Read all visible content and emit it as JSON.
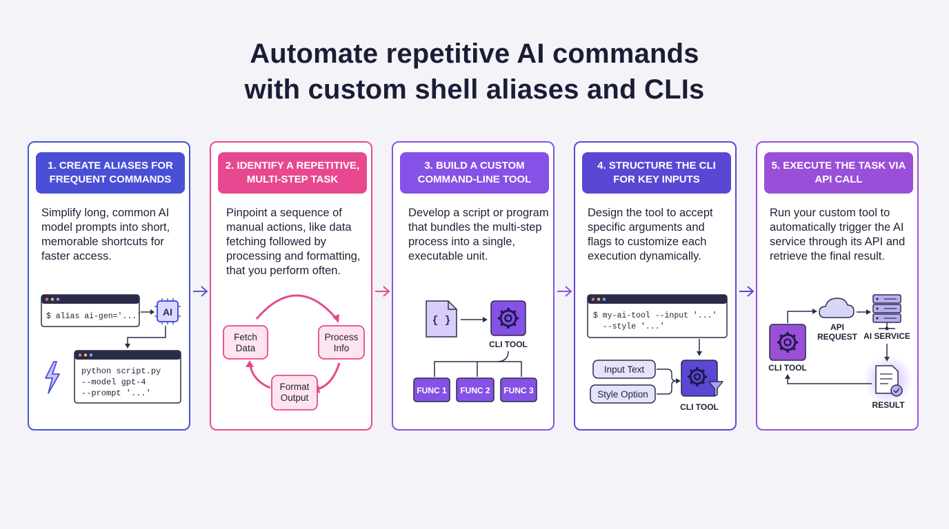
{
  "title": {
    "line1": "Automate repetitive AI commands",
    "line2": "with custom shell aliases and CLIs"
  },
  "colors": {
    "blue": "#4a4fd6",
    "pink": "#e8488f",
    "purple": "#8651e6",
    "indigo": "#5a48d4",
    "violet": "#9a4fd8"
  },
  "steps": [
    {
      "title": "1. CREATE ALIASES FOR FREQUENT COMMANDS",
      "description": "Simplify long, common AI model prompts into short, memorable shortcuts for faster access.",
      "terminal1": "$ alias ai-gen='...'",
      "chip_label": "AI",
      "terminal2": [
        "python script.py",
        "--model gpt-4",
        "--prompt '...'"
      ],
      "icon": "lightning-icon"
    },
    {
      "title": "2. IDENTIFY A REPETITIVE, MULTI-STEP TASK",
      "description": "Pinpoint a sequence of manual actions, like data fetching followed by processing and formatting, that you perform often.",
      "nodes": [
        {
          "line1": "Fetch",
          "line2": "Data"
        },
        {
          "line1": "Process",
          "line2": "Info"
        },
        {
          "line1": "Format",
          "line2": "Output"
        }
      ]
    },
    {
      "title": "3. BUILD A CUSTOM COMMAND-LINE TOOL",
      "description": "Develop a script or program that bundles the multi-step process into a single, executable unit.",
      "file_glyph": "{ }",
      "tool_label": "CLI TOOL",
      "functions": [
        "FUNC 1",
        "FUNC 2",
        "FUNC 3"
      ]
    },
    {
      "title": "4. STRUCTURE THE CLI FOR KEY INPUTS",
      "description": "Design the tool to accept specific arguments and flags to customize each execution dynamically.",
      "terminal": [
        "$ my-ai-tool --input '...'",
        "  --style '...'"
      ],
      "inputs": [
        "Input Text",
        "Style Option"
      ],
      "tool_label": "CLI TOOL"
    },
    {
      "title": "5. EXECUTE THE TASK VIA API CALL",
      "description": "Run your custom tool to automatically trigger the AI service through its API and retrieve the final result.",
      "tool_label": "CLI TOOL",
      "api_label": [
        "API",
        "REQUEST"
      ],
      "service_label": "AI SERVICE",
      "result_label": "RESULT"
    }
  ]
}
